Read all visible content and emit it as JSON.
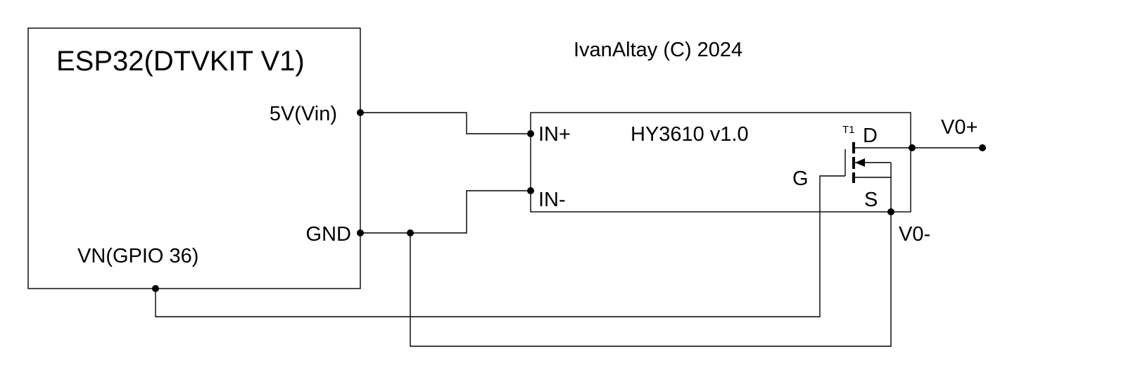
{
  "credit": "IvanAltay (C) 2024",
  "esp32": {
    "title": "ESP32(DTVKIT V1)",
    "pin_5v": "5V(Vin)",
    "pin_gnd": "GND",
    "pin_vn": "VN(GPIO 36)"
  },
  "module": {
    "title": "HY3610 v1.0",
    "in_plus": "IN+",
    "in_minus": "IN-",
    "transistor_ref": "T1",
    "drain": "D",
    "gate": "G",
    "source": "S"
  },
  "outputs": {
    "v0_plus": "V0+",
    "v0_minus": "V0-"
  }
}
